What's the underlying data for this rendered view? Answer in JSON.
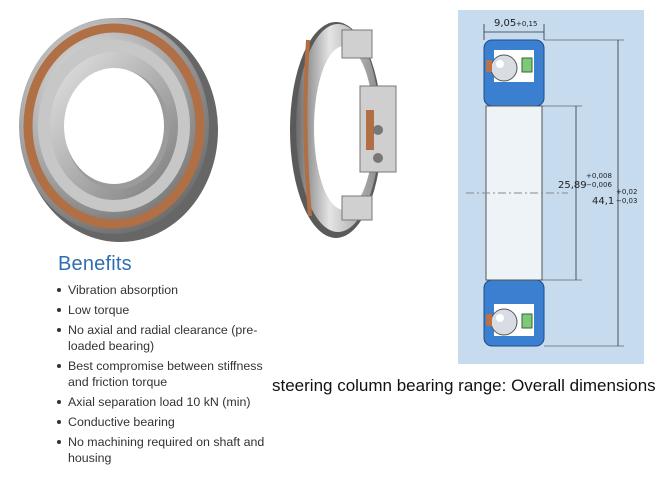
{
  "benefits": {
    "title": "Benefits",
    "items": [
      "Vibration absorption",
      "Low torque",
      "No axial and radial clearance (pre-loaded bearing)",
      "Best compromise between stiffness and friction torque",
      "Axial separation load 10 kN (min)",
      "Conductive bearing",
      "No machining required on shaft and housing"
    ]
  },
  "drawing": {
    "width_dim": "9,05",
    "width_tol": "+0,15",
    "bore_dim": "25,89",
    "bore_tol_upper": "+0,008",
    "bore_tol_lower": "−0,006",
    "outer_dim": "44,1",
    "outer_tol_upper": "+0,02",
    "outer_tol_lower": "−0,03"
  },
  "caption": "steering column bearing range: Overall dimensions",
  "colors": {
    "panel_bg": "#c6dbee",
    "benefits_title": "#2f6eb2",
    "ring_blue": "#3b7fd0",
    "seal_copper": "#b8734a",
    "cage_green": "#7ec87c"
  }
}
